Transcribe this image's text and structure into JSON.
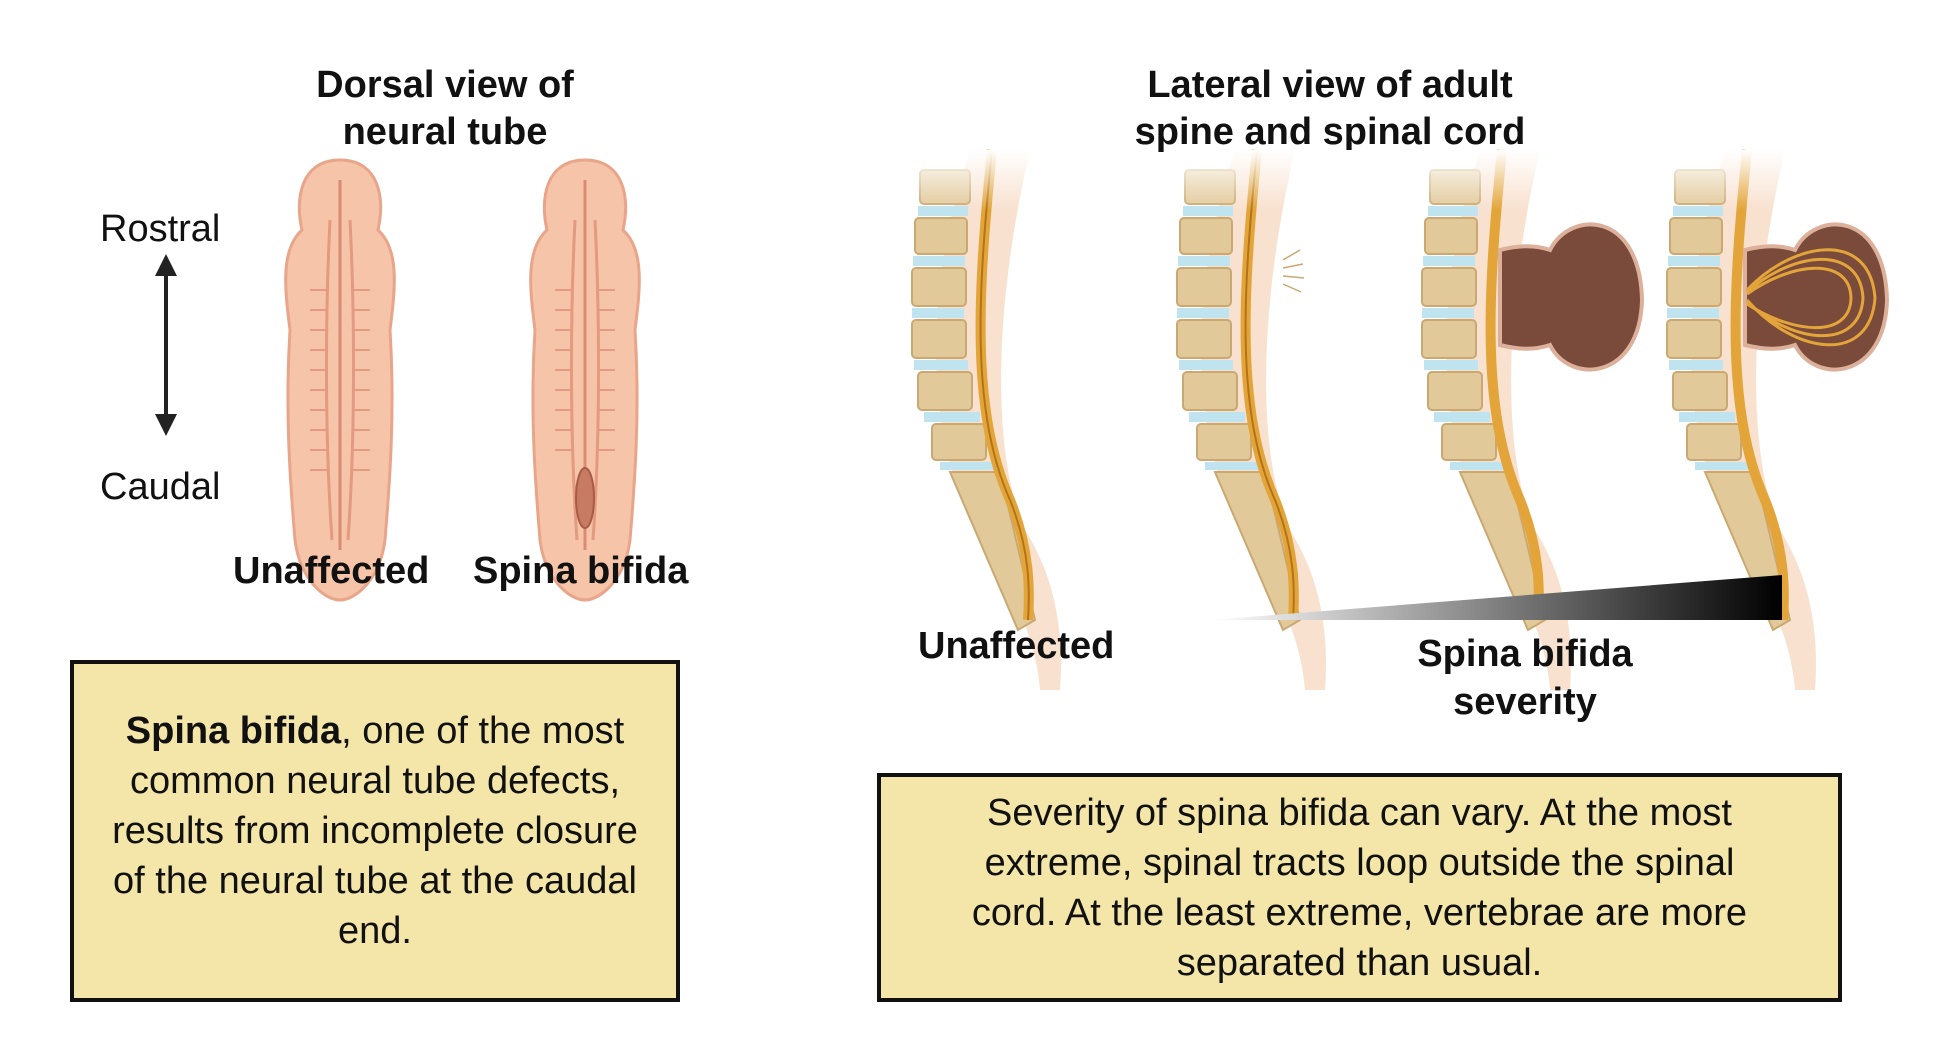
{
  "left_panel": {
    "title_line1": "Dorsal view of",
    "title_line2": "neural tube",
    "axis_top": "Rostral",
    "axis_bottom": "Caudal",
    "label_unaffected": "Unaffected",
    "label_spina_bifida": "Spina bifida",
    "box_bold": "Spina bifida",
    "box_text": ", one of the most common neural tube defects, results from incomplete closure of the neural tube at the caudal end."
  },
  "right_panel": {
    "title_line1": "Lateral view of adult",
    "title_line2": "spine and spinal cord",
    "label_unaffected": "Unaffected",
    "severity_line1": "Spina bifida",
    "severity_line2": "severity",
    "box_text": "Severity of spina bifida can vary. At the most extreme, spinal tracts loop outside the spinal cord. At the least extreme, vertebrae are more separated than usual."
  },
  "colors": {
    "box_fill": "#f4e6a9",
    "tube_fill": "#f6c4a8",
    "bone": "#e2c99a",
    "disc": "#bfe3ef",
    "cord": "#e3a53a",
    "sac": "#7a4a3a"
  }
}
